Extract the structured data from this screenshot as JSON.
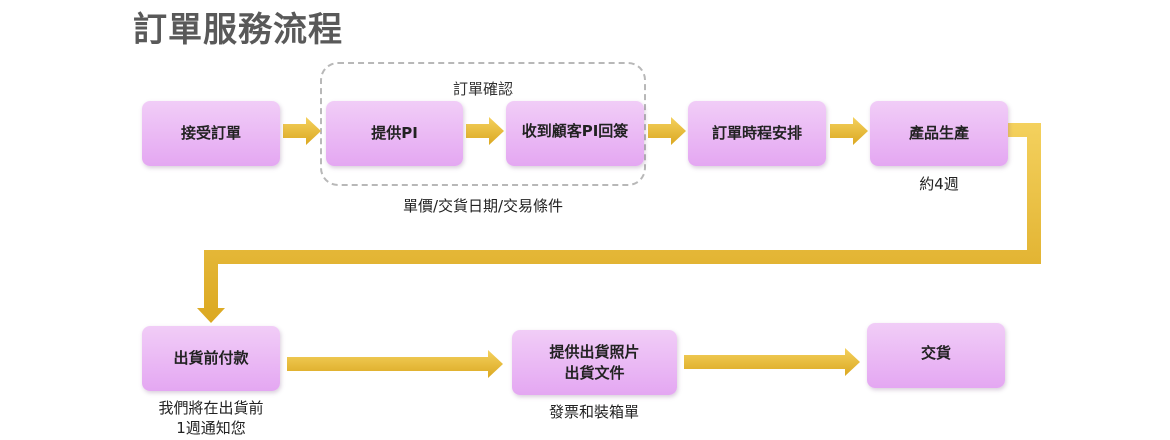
{
  "title": "訂單服務流程",
  "group": {
    "label": "訂單確認"
  },
  "steps": {
    "receive": "接受訂單",
    "provide_pi": "提供PI",
    "pi_return": "收到顧客PI回簽",
    "schedule": "訂單時程安排",
    "production": "產品生產",
    "pay": "出貨前付款",
    "photos_line1": "提供出貨照片",
    "photos_line2": "出貨文件",
    "deliver": "交貨"
  },
  "notes": {
    "pi_terms": "單價/交貨日期/交易條件",
    "duration": "約4週",
    "notify_line1": "我們將在出貨前",
    "notify_line2": "1週通知您",
    "invoice": "發票和裝箱單"
  },
  "colors": {
    "box_top": "#f1cdf7",
    "box_bottom": "#e4a7f2",
    "arrow": "#ecbb32",
    "title": "#595959"
  }
}
